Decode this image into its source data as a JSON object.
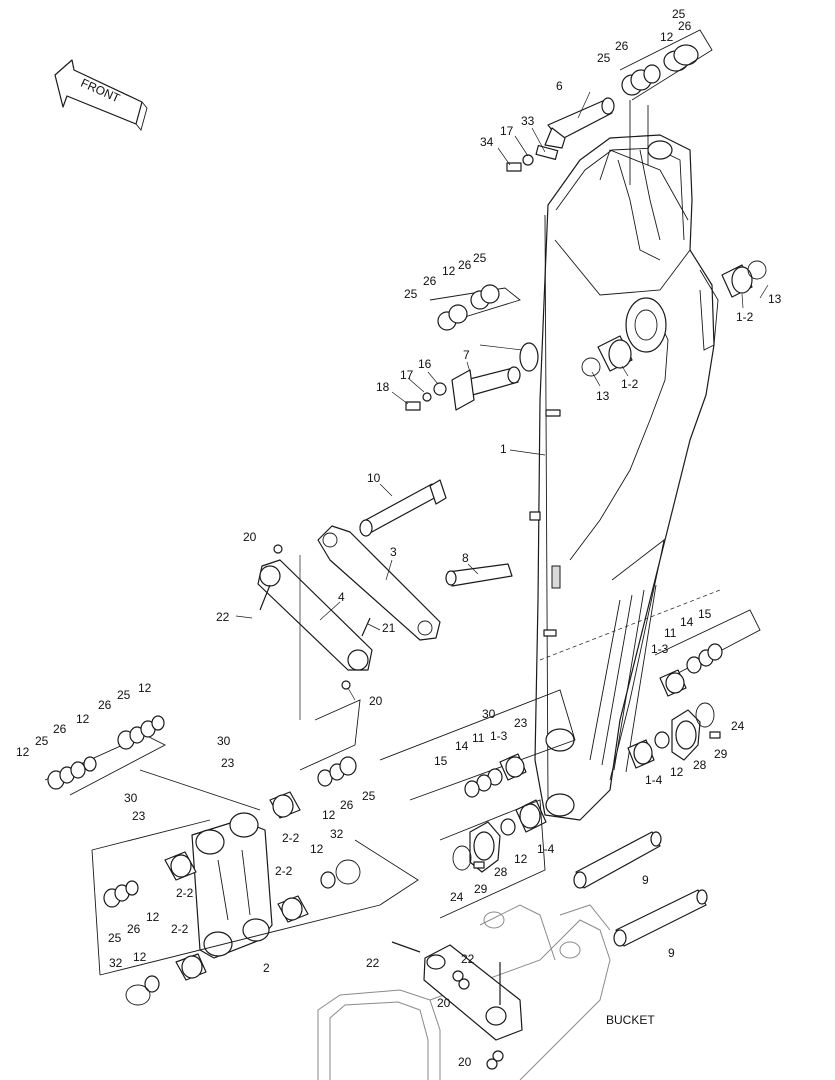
{
  "front_label": "FRONT",
  "bucket_label": "BUCKET",
  "callouts": [
    {
      "id": "c25a",
      "text": "25"
    },
    {
      "id": "c26a",
      "text": "26"
    },
    {
      "id": "c12a",
      "text": "12"
    },
    {
      "id": "c26b",
      "text": "26"
    },
    {
      "id": "c25b",
      "text": "25"
    },
    {
      "id": "c6",
      "text": "6"
    },
    {
      "id": "c33",
      "text": "33"
    },
    {
      "id": "c17a",
      "text": "17"
    },
    {
      "id": "c34",
      "text": "34"
    },
    {
      "id": "c12b",
      "text": "12"
    },
    {
      "id": "c26c",
      "text": "26"
    },
    {
      "id": "c25c",
      "text": "25"
    },
    {
      "id": "c26d",
      "text": "26"
    },
    {
      "id": "c25d",
      "text": "25"
    },
    {
      "id": "c13a",
      "text": "13"
    },
    {
      "id": "c1-2a",
      "text": "1-2"
    },
    {
      "id": "c7",
      "text": "7"
    },
    {
      "id": "c16",
      "text": "16"
    },
    {
      "id": "c17b",
      "text": "17"
    },
    {
      "id": "c18",
      "text": "18"
    },
    {
      "id": "c13b",
      "text": "13"
    },
    {
      "id": "c1-2b",
      "text": "1-2"
    },
    {
      "id": "c1",
      "text": "1"
    },
    {
      "id": "c10",
      "text": "10"
    },
    {
      "id": "c20a",
      "text": "20"
    },
    {
      "id": "c3",
      "text": "3"
    },
    {
      "id": "c8",
      "text": "8"
    },
    {
      "id": "c4",
      "text": "4"
    },
    {
      "id": "c22a",
      "text": "22"
    },
    {
      "id": "c21",
      "text": "21"
    },
    {
      "id": "c15a",
      "text": "15"
    },
    {
      "id": "c14a",
      "text": "14"
    },
    {
      "id": "c11a",
      "text": "11"
    },
    {
      "id": "c1-3a",
      "text": "1-3"
    },
    {
      "id": "c20b",
      "text": "20"
    },
    {
      "id": "c12c",
      "text": "12"
    },
    {
      "id": "c25e",
      "text": "25"
    },
    {
      "id": "c26e",
      "text": "26"
    },
    {
      "id": "c12d",
      "text": "12"
    },
    {
      "id": "c25f",
      "text": "25"
    },
    {
      "id": "c26f",
      "text": "26"
    },
    {
      "id": "c12e",
      "text": "12"
    },
    {
      "id": "c30a",
      "text": "30"
    },
    {
      "id": "c23a",
      "text": "23"
    },
    {
      "id": "c30b",
      "text": "30"
    },
    {
      "id": "c23b",
      "text": "23"
    },
    {
      "id": "c1-3b",
      "text": "1-3"
    },
    {
      "id": "c11b",
      "text": "11"
    },
    {
      "id": "c14b",
      "text": "14"
    },
    {
      "id": "c15b",
      "text": "15"
    },
    {
      "id": "c24a",
      "text": "24"
    },
    {
      "id": "c29a",
      "text": "29"
    },
    {
      "id": "c28a",
      "text": "28"
    },
    {
      "id": "c12f",
      "text": "12"
    },
    {
      "id": "c1-4a",
      "text": "1-4"
    },
    {
      "id": "c30c",
      "text": "30"
    },
    {
      "id": "c23c",
      "text": "23"
    },
    {
      "id": "c26g",
      "text": "26"
    },
    {
      "id": "c25g",
      "text": "25"
    },
    {
      "id": "c12g",
      "text": "12"
    },
    {
      "id": "c2-2a",
      "text": "2-2"
    },
    {
      "id": "c32a",
      "text": "32"
    },
    {
      "id": "c12h",
      "text": "12"
    },
    {
      "id": "c2-2b",
      "text": "2-2"
    },
    {
      "id": "c2-2c",
      "text": "2-2"
    },
    {
      "id": "c12i",
      "text": "12"
    },
    {
      "id": "c26h",
      "text": "26"
    },
    {
      "id": "c25h",
      "text": "25"
    },
    {
      "id": "c2-2d",
      "text": "2-2"
    },
    {
      "id": "c2",
      "text": "2"
    },
    {
      "id": "c32b",
      "text": "32"
    },
    {
      "id": "c12j",
      "text": "12"
    },
    {
      "id": "c24b",
      "text": "24"
    },
    {
      "id": "c29b",
      "text": "29"
    },
    {
      "id": "c28b",
      "text": "28"
    },
    {
      "id": "c12k",
      "text": "12"
    },
    {
      "id": "c1-4b",
      "text": "1-4"
    },
    {
      "id": "c9a",
      "text": "9"
    },
    {
      "id": "c9b",
      "text": "9"
    },
    {
      "id": "c22b",
      "text": "22"
    },
    {
      "id": "c22c",
      "text": "22"
    },
    {
      "id": "c20c",
      "text": "20"
    },
    {
      "id": "c20d",
      "text": "20"
    }
  ]
}
